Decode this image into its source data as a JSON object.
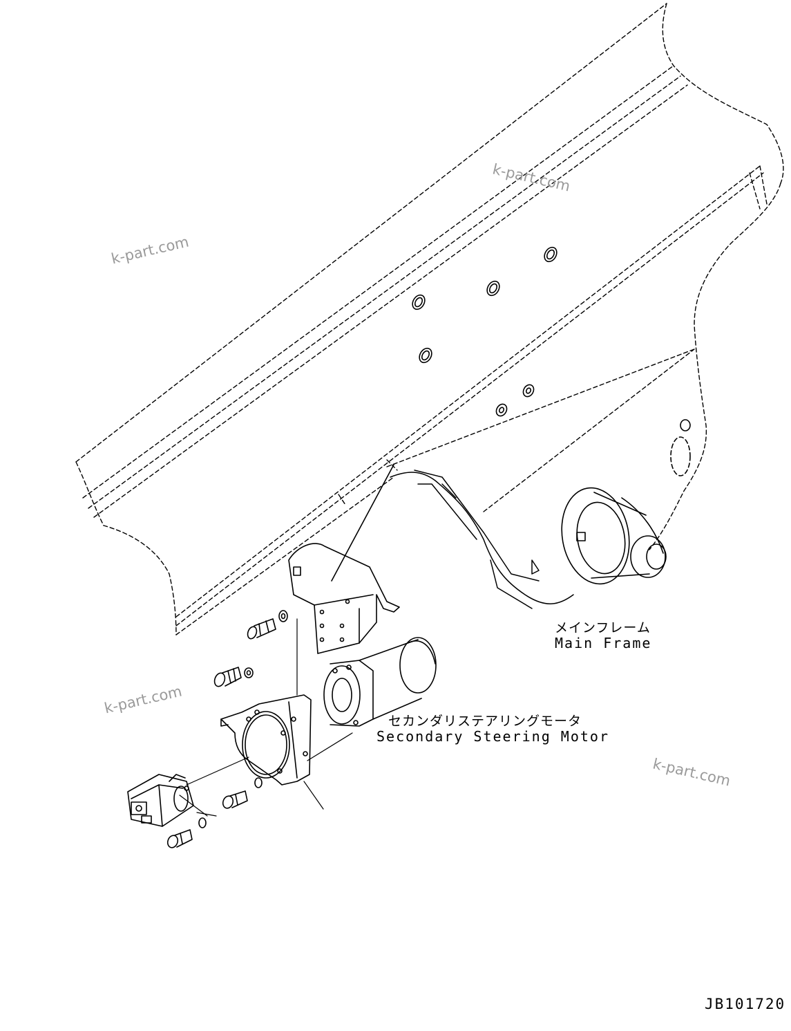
{
  "labels": {
    "main_frame_jp": "メインフレーム",
    "main_frame_en": "Main Frame",
    "motor_jp": "セカンダリステアリングモータ",
    "motor_en": "Secondary Steering Motor"
  },
  "watermarks": [
    "k-part.com",
    "k-part.com",
    "k-part.com",
    "k-part.com"
  ],
  "drawing_code": "JB101720"
}
